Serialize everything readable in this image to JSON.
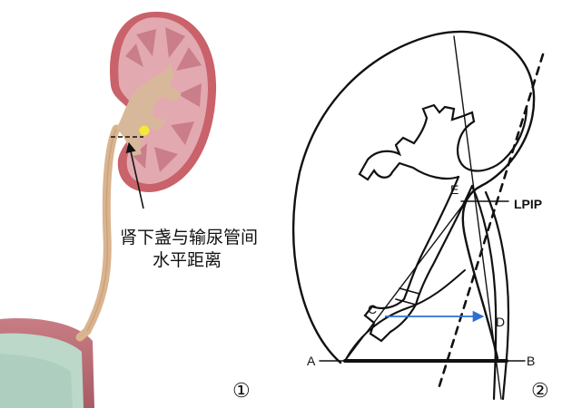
{
  "panel1": {
    "label_line1": "肾下盏与输尿管间",
    "label_line2": "水平距离",
    "panel_number": "①"
  },
  "panel2": {
    "points": {
      "A": "A",
      "B": "B",
      "C": "C",
      "D": "D",
      "E": "E"
    },
    "lpip_label": "LPIP",
    "panel_number": "②"
  },
  "colors": {
    "kidney_capsule": "#c9626a",
    "kidney_cortex": "#e3a9b0",
    "pyramid": "#c77a86",
    "renal_pelvis": "#d8b89a",
    "ureter": "#d9b48f",
    "bladder_wall": "#b9717a",
    "bladder_fluid": "#bcd8c9",
    "marker_dot": "#f4e83a",
    "measurement_arrow": "#2f6fd0",
    "line_art": "#111111"
  },
  "icons": {
    "arrow_marker": "arrow-icon"
  }
}
